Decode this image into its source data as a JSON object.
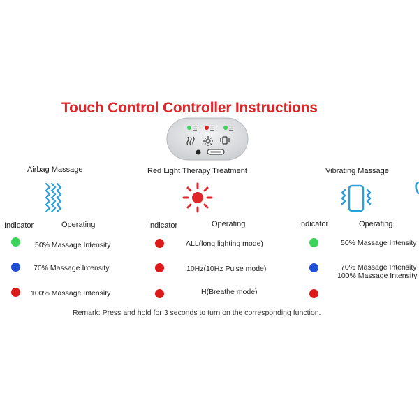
{
  "title": "Touch Control Controller Instructions",
  "colors": {
    "title_red": "#e0262b",
    "green": "#3ad35a",
    "blue": "#1f4fd6",
    "red": "#dd1a1a",
    "icon_blue": "#2d9ed8"
  },
  "sections": {
    "airbag": {
      "title": "Airbag Massage",
      "icon": "airbag-wave-icon",
      "indicator_label": "Indicator",
      "operating_label": "Operating",
      "rows": [
        {
          "color": "green",
          "text": "50% Massage Intensity"
        },
        {
          "color": "blue",
          "text": "70% Massage Intensity"
        },
        {
          "color": "red",
          "text": "100% Massage Intensity"
        }
      ]
    },
    "red_light": {
      "title": "Red Light Therapy Treatment",
      "icon": "sun-icon",
      "indicator_label": "Indicator",
      "operating_label": "Operating",
      "rows": [
        {
          "color": "red",
          "text": "ALL(long lighting mode)"
        },
        {
          "color": "red",
          "text": "10Hz(10Hz Pulse mode)"
        },
        {
          "color": "red",
          "text": "H(Breathe mode)"
        }
      ]
    },
    "vibrating": {
      "title": "Vibrating Massage",
      "icon": "vibrating-phone-icon",
      "indicator_label": "Indicator",
      "operating_label": "Operating",
      "rows": [
        {
          "color": "green",
          "text": "50% Massage Intensity"
        },
        {
          "color": "blue",
          "text": "70% Massage Intensity",
          "text2": "100% Massage Intensity"
        },
        {
          "color": "red",
          "text": ""
        }
      ]
    }
  },
  "remark": "Remark: Press and hold for 3 seconds to turn on the corresponding function."
}
